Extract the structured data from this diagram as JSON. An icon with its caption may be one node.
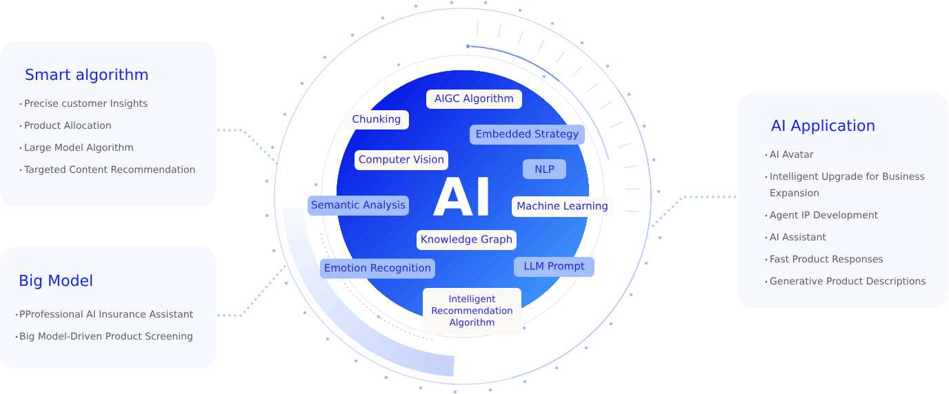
{
  "diagram": {
    "nodes": [
      {
        "text": [
          "Smart algorithm",
          "Precise customer Insights",
          "Product Allocation",
          "Large Model Algorithm",
          "Targeted Content Recommendation"
        ]
      },
      {
        "text": [
          "Big Model",
          "PProfessional AI Insurance Assistant",
          "Big Model-Driven Product Screening"
        ]
      },
      {
        "text": [],
        "shape": "circle"
      },
      {
        "text": [
          "AI"
        ],
        "in": 2
      },
      {
        "text": [
          "AIGC Algorithm"
        ],
        "in": 3
      },
      {
        "text": [
          "Chunking"
        ],
        "in": 3
      },
      {
        "text": [
          "Embedded Strategy"
        ],
        "in": 3
      },
      {
        "text": [
          "Computer Vision"
        ],
        "in": 3
      },
      {
        "text": [
          "NLP"
        ],
        "in": 3
      },
      {
        "text": [
          "Semantic Analysis"
        ],
        "in": 2
      },
      {
        "text": [
          "Machine Learning"
        ],
        "in": 2
      },
      {
        "text": [
          "Knowledge Graph"
        ],
        "in": 3
      },
      {
        "text": [
          "Emotion Recognition"
        ],
        "in": 2
      },
      {
        "text": [
          "LLM Prompt"
        ],
        "in": 2
      },
      {
        "text": [
          "Intelligent Recommendation Algorithm"
        ],
        "in": 2
      },
      {
        "text": [
          "AI Application",
          "AI Avatar",
          "Intelligent Upgrade for Business Expansion",
          "Agent IP Development",
          "AI Assistant",
          "Fast Product Responses",
          "Generative Product Descriptions"
        ]
      }
    ],
    "edges": [
      {
        "from": 0,
        "to": 2,
        "arrow": "none",
        "style": "dashed"
      },
      {
        "from": 1,
        "to": 2,
        "arrow": "none",
        "style": "dashed"
      },
      {
        "from": 2,
        "to": 15,
        "arrow": "none",
        "style": "dashed"
      }
    ]
  }
}
